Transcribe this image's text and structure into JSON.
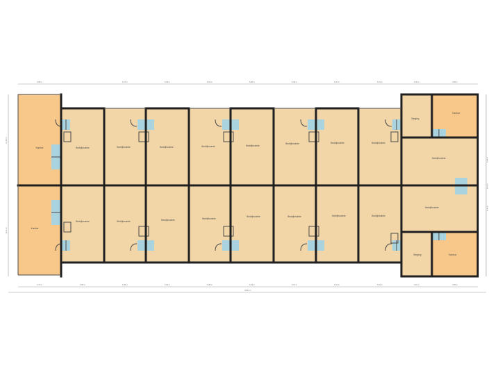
{
  "floorplan": {
    "room_labels": {
      "left_top": "Kantine",
      "left_bottom": "Kantine",
      "top_1": "Bedrijfsruimte",
      "top_2": "Bedrijfsruimte",
      "top_3": "Bedrijfsruimte",
      "top_4": "Bedrijfsruimte",
      "top_5": "Bedrijfsruimte",
      "top_6": "Bedrijfsruimte",
      "top_7": "Bedrijfsruimte",
      "top_8": "Bedrijfsruimte",
      "bottom_1": "Bedrijfsruimte",
      "bottom_2": "Bedrijfsruimte",
      "bottom_3": "Bedrijfsruimte",
      "bottom_4": "Bedrijfsruimte",
      "bottom_5": "Bedrijfsruimte",
      "bottom_6": "Bedrijfsruimte",
      "bottom_7": "Bedrijfsruimte",
      "bottom_8": "Bedrijfsruimte",
      "right_top_small": "Berging",
      "right_top_office": "Kantoor",
      "right_mid_upper": "Bedrijfsruimte",
      "right_mid_lower": "Bedrijfsruimte",
      "right_bottom_small": "Berging",
      "right_bottom_office": "Kantoor"
    },
    "dimensions": {
      "top_1": "3,88 m",
      "top_2": "6,07 m",
      "top_3": "5,98 m",
      "top_4": "6,09 m",
      "top_5": "5,98 m",
      "top_6": "6,09 m",
      "top_7": "5,97 m",
      "top_8": "6,03 m",
      "top_9": "5,99 m",
      "top_10": "3,98 m",
      "bottom_1": "3,72 m",
      "bottom_2": "6,08 m",
      "bottom_3": "5,98 m",
      "bottom_4": "6,09 m",
      "bottom_5": "5,98 m",
      "bottom_6": "6,09 m",
      "bottom_7": "5,97 m",
      "bottom_8": "6,03 m",
      "bottom_9": "5,99 m",
      "bottom_10": "3,81 m",
      "bottom_11": "3,98 m",
      "total_width": "68,61 m",
      "left_1": "13,03 m",
      "left_2": "12,11 m",
      "right_1": "6,46 m",
      "right_2": "6,61 m",
      "right_3": "6,43 m"
    },
    "colors": {
      "main_area": "#f2d6a8",
      "office_area": "#f8c78a",
      "sanitary": "#a9d3df",
      "walls": "#1f1f1f"
    }
  }
}
